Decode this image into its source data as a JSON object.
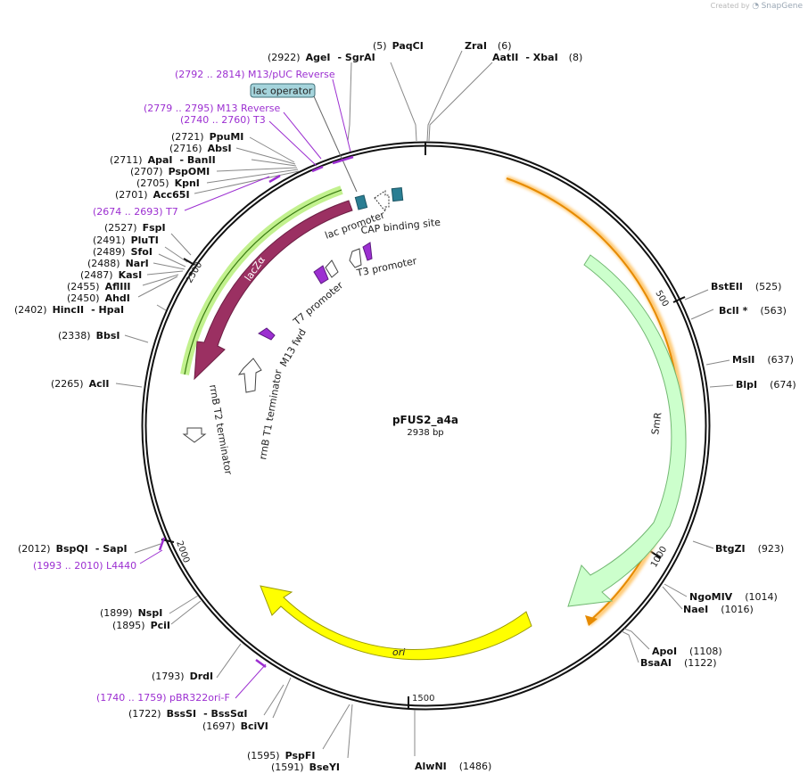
{
  "app": {
    "credit": "Created by",
    "brand": "SnapGene"
  },
  "plasmid": {
    "name": "pFUS2_a4a",
    "size": "2938 bp",
    "length": 2938
  },
  "ticks": [
    {
      "pos": 0,
      "label": ""
    },
    {
      "pos": 500,
      "label": "500"
    },
    {
      "pos": 1000,
      "label": "1000"
    },
    {
      "pos": 1500,
      "label": "1500"
    },
    {
      "pos": 2000,
      "label": "2000"
    },
    {
      "pos": 2500,
      "label": "2500"
    }
  ],
  "sites": [
    {
      "text_a": "(5)",
      "text_b": "PaqCI",
      "style": "pos-first"
    },
    {
      "text_a": "ZraI",
      "text_b": "(6)",
      "style": "name-first"
    },
    {
      "text_a": "AatII",
      "text_b": "- XbaI",
      "text_c": "(8)",
      "style": "name-first"
    },
    {
      "text_a": "(2922)",
      "text_b": "AgeI",
      "text_c": "- SgrAI",
      "style": "pos-first"
    },
    {
      "text_a": "BstEII",
      "text_b": "(525)",
      "style": "name-first"
    },
    {
      "text_a": "BclI *",
      "text_b": "(563)",
      "style": "name-first"
    },
    {
      "text_a": "MslI",
      "text_b": "(637)",
      "style": "name-first"
    },
    {
      "text_a": "BlpI",
      "text_b": "(674)",
      "style": "name-first"
    },
    {
      "text_a": "BtgZI",
      "text_b": "(923)",
      "style": "name-first"
    },
    {
      "text_a": "NgoMIV",
      "text_b": "(1014)",
      "style": "name-first"
    },
    {
      "text_a": "NaeI",
      "text_b": "(1016)",
      "style": "name-first"
    },
    {
      "text_a": "ApoI",
      "text_b": "(1108)",
      "style": "name-first"
    },
    {
      "text_a": "BsaAI",
      "text_b": "(1122)",
      "style": "name-first"
    },
    {
      "text_a": "AlwNI",
      "text_b": "(1486)",
      "style": "name-first"
    },
    {
      "text_a": "(1595)",
      "text_b": "PspFI",
      "style": "pos-first"
    },
    {
      "text_a": "(1591)",
      "text_b": "BseYI",
      "style": "pos-first"
    },
    {
      "text_a": "(1722)",
      "text_b": "BssSI",
      "text_c": "- BssSαI",
      "style": "pos-first"
    },
    {
      "text_a": "(1697)",
      "text_b": "BciVI",
      "style": "pos-first"
    },
    {
      "text_a": "(1793)",
      "text_b": "DrdI",
      "style": "pos-first"
    },
    {
      "text_a": "(1899)",
      "text_b": "NspI",
      "style": "pos-first"
    },
    {
      "text_a": "(1895)",
      "text_b": "PciI",
      "style": "pos-first"
    },
    {
      "text_a": "(2012)",
      "text_b": "BspQI",
      "text_c": "- SapI",
      "style": "pos-first"
    },
    {
      "text_a": "(2265)",
      "text_b": "AclI",
      "style": "pos-first"
    },
    {
      "text_a": "(2338)",
      "text_b": "BbsI",
      "style": "pos-first"
    },
    {
      "text_a": "(2527)",
      "text_b": "FspI",
      "style": "pos-first"
    },
    {
      "text_a": "(2491)",
      "text_b": "PluTI",
      "style": "pos-first"
    },
    {
      "text_a": "(2489)",
      "text_b": "SfoI",
      "style": "pos-first"
    },
    {
      "text_a": "(2488)",
      "text_b": "NarI",
      "style": "pos-first"
    },
    {
      "text_a": "(2487)",
      "text_b": "KasI",
      "style": "pos-first"
    },
    {
      "text_a": "(2455)",
      "text_b": "AflIII",
      "style": "pos-first"
    },
    {
      "text_a": "(2450)",
      "text_b": "AhdI",
      "style": "pos-first"
    },
    {
      "text_a": "(2402)",
      "text_b": "HincII",
      "text_c": "- HpaI",
      "style": "pos-first"
    },
    {
      "text_a": "(2721)",
      "text_b": "PpuMI",
      "style": "pos-first"
    },
    {
      "text_a": "(2716)",
      "text_b": "AbsI",
      "style": "pos-first"
    },
    {
      "text_a": "(2711)",
      "text_b": "ApaI",
      "text_c": "- BanII",
      "style": "pos-first"
    },
    {
      "text_a": "(2707)",
      "text_b": "PspOMI",
      "style": "pos-first"
    },
    {
      "text_a": "(2705)",
      "text_b": "KpnI",
      "style": "pos-first"
    },
    {
      "text_a": "(2701)",
      "text_b": "Acc65I",
      "style": "pos-first"
    }
  ],
  "primers": [
    {
      "text": "(2792 .. 2814)  M13/pUC Reverse"
    },
    {
      "text": "(2779 .. 2795)  M13 Reverse"
    },
    {
      "text": "(2740 .. 2760)  T3"
    },
    {
      "text": "(2674 .. 2693)  T7"
    },
    {
      "text": "(1993 .. 2010)  L4440"
    },
    {
      "text": "(1740 .. 1759)  pBR322ori-F"
    }
  ],
  "features": {
    "lac_operator": "lac operator",
    "lac_promoter": "lac promoter",
    "cap_site": "CAP binding site",
    "t3_promoter": "T3 promoter",
    "t7_promoter": "T7 promoter",
    "m13_fwd": "M13 fwd",
    "rrnb_t1": "rrnB T1 terminator",
    "rrnb_t2": "rrnB T2 terminator",
    "lacz": "lacZα",
    "smr": "SmR",
    "ori": "ori"
  },
  "colors": {
    "lacz": "#9b3062",
    "lacz_glow": "#7fd23a",
    "smr": "#ccffcc",
    "smr_stroke": "#73b873",
    "ori": "#ffff00",
    "ori_stroke": "#999900",
    "orange": "#e68a00",
    "orange_glow": "#ffc466",
    "teal": "#2a7e93",
    "purple": "#9c2fd1",
    "primer_text": "#9c2fd1",
    "operator_box": "#a5d4dc"
  }
}
